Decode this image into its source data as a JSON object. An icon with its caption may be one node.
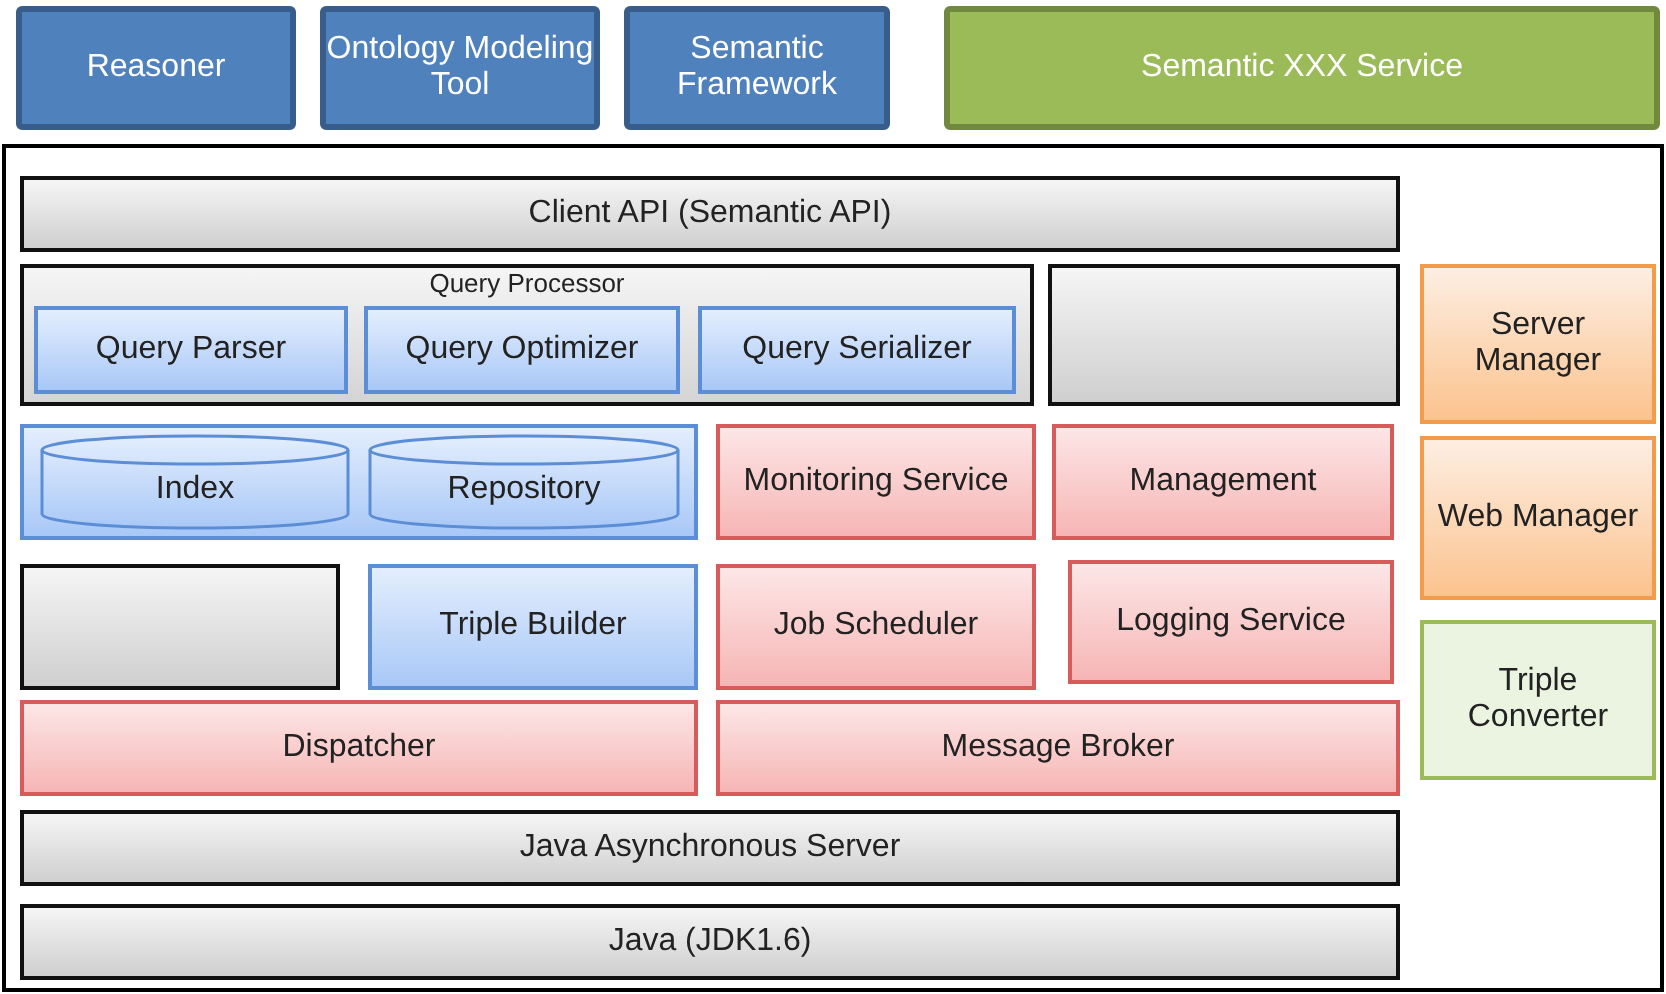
{
  "diagram": {
    "nodes": [
      {
        "text": [
          "Reasoner"
        ]
      },
      {
        "text": [
          "Ontology Modeling Tool"
        ]
      },
      {
        "text": [
          "Semantic Framework"
        ]
      },
      {
        "text": [
          "Semantic XXX Service"
        ]
      },
      {
        "text": [],
        "shape": "box"
      },
      {
        "text": [
          "Client API (Semantic API)"
        ],
        "in": 4
      },
      {
        "text": [
          "Query Processor"
        ],
        "in": 4
      },
      {
        "text": [
          "Query Parser"
        ],
        "in": 6
      },
      {
        "text": [
          "Query Optimizer"
        ],
        "in": 6
      },
      {
        "text": [
          "Query Serializer"
        ],
        "in": 6
      },
      {
        "text": [],
        "shape": "box",
        "in": 4
      },
      {
        "text": [
          "Server Manager"
        ],
        "in": 4
      },
      {
        "text": [],
        "shape": "box",
        "in": 4
      },
      {
        "text": [
          "Index"
        ],
        "in": 12
      },
      {
        "text": [
          "Repository"
        ],
        "in": 12
      },
      {
        "text": [
          "Monitoring Service"
        ],
        "in": 4
      },
      {
        "text": [
          "Management"
        ],
        "in": 4
      },
      {
        "text": [
          "Web Manager"
        ],
        "in": 4
      },
      {
        "text": [],
        "shape": "box",
        "in": 4
      },
      {
        "text": [
          "Triple Builder"
        ],
        "in": 4
      },
      {
        "text": [
          "Job Scheduler"
        ],
        "in": 4
      },
      {
        "text": [
          "Logging Service"
        ],
        "in": 4
      },
      {
        "text": [
          "Triple Converter"
        ],
        "in": 4
      },
      {
        "text": [
          "Dispatcher"
        ],
        "in": 4
      },
      {
        "text": [
          "Message Broker"
        ],
        "in": 4
      },
      {
        "text": [
          "Java Asynchronous Server"
        ],
        "in": 4
      },
      {
        "text": [
          "Java (JDK1.6)"
        ],
        "in": 4
      }
    ]
  }
}
